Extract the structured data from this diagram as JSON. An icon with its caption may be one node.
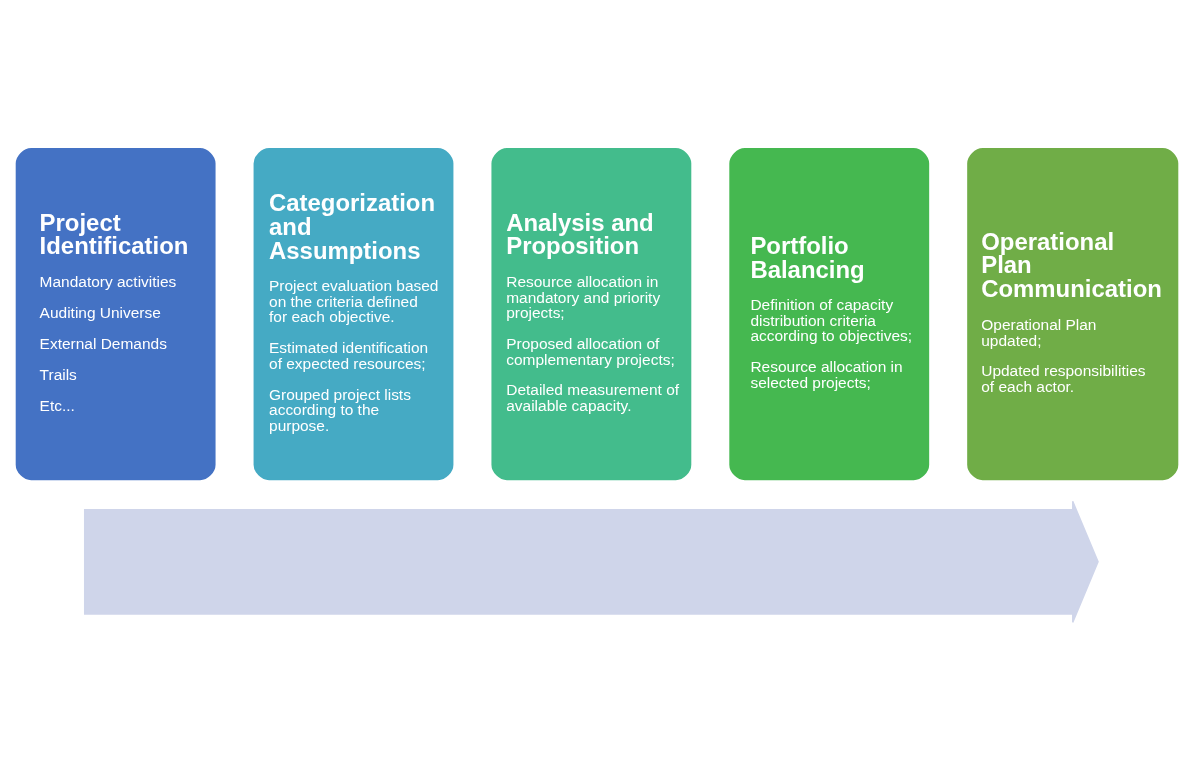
{
  "diagram": {
    "nodes": [
      {
        "text": [],
        "shape": "arrow"
      },
      {
        "text": [
          "Project Identification",
          "Mandatory activities",
          "Auditing Universe",
          "External Demands",
          "Trails",
          "Etc..."
        ]
      },
      {
        "text": [
          "Categorization and Assumptions",
          "Project evaluation based on the criteria defined for each objective.",
          "Estimated identification of expected resources;",
          "Grouped project lists according to the purpose."
        ]
      },
      {
        "text": [
          "Analysis and Proposition",
          "Resource allocation in mandatory and priority projects;",
          "Proposed allocation of complementary projects;",
          "Detailed measurement of available capacity."
        ]
      },
      {
        "text": [
          "Portfolio Balancing",
          "Definition of capacity distribution criteria according to objectives;",
          "Resource allocation in selected projects;"
        ]
      },
      {
        "text": [
          "Operational Plan Communication",
          "Operational Plan updated;",
          "Updated responsibilities of each actor."
        ]
      }
    ],
    "edges": []
  }
}
